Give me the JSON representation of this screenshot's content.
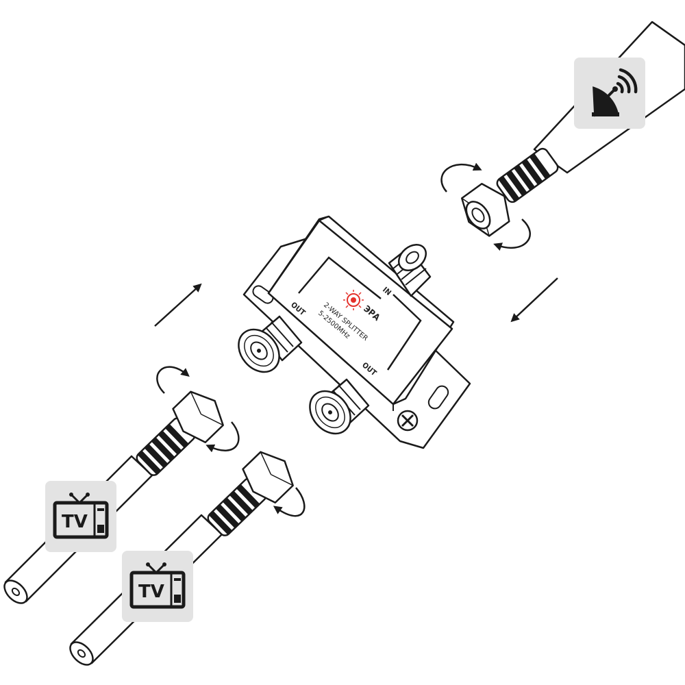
{
  "splitter": {
    "label_in": "IN",
    "label_out_left": "OUT",
    "label_out_right": "OUT",
    "brand": "ЭРА",
    "model": "2-WAY SPLITTER",
    "frequency": "5-2500MHz",
    "brand_color": "#e4312b"
  },
  "tv_left": {
    "label": "TV",
    "icon": "tv-icon"
  },
  "tv_right": {
    "label": "TV",
    "icon": "tv-icon"
  },
  "antenna": {
    "icon": "satellite-dish-icon"
  },
  "colors": {
    "card_bg": "#e3e3e3",
    "line": "#1a1a1a",
    "accent": "#e4312b"
  }
}
